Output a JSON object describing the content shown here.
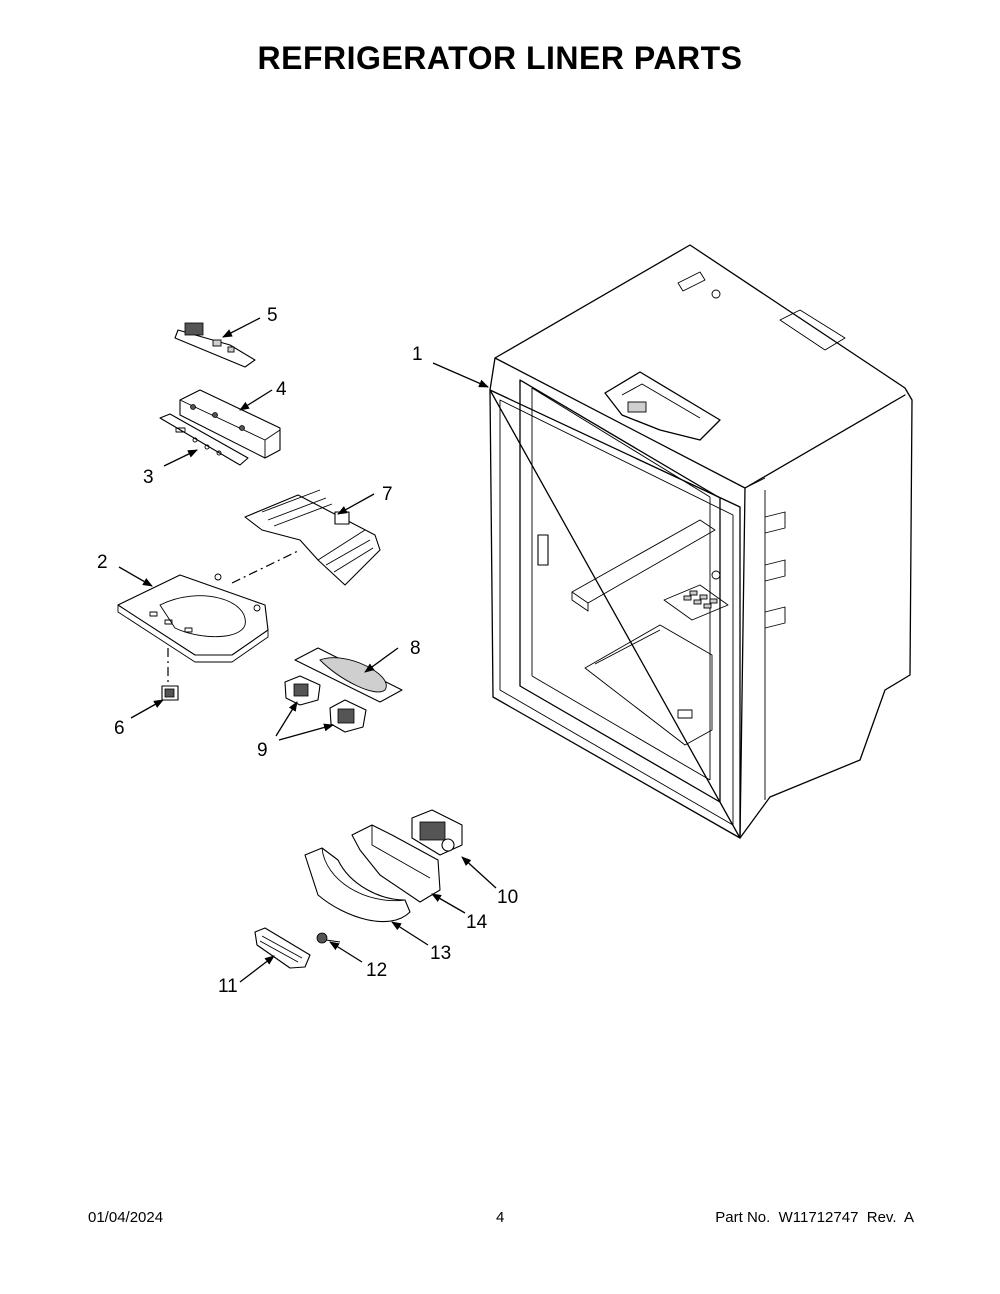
{
  "title": "REFRIGERATOR LINER PARTS",
  "callouts": [
    "1",
    "2",
    "3",
    "4",
    "5",
    "6",
    "7",
    "8",
    "9",
    "10",
    "11",
    "12",
    "13",
    "14"
  ],
  "footer": {
    "date": "01/04/2024",
    "page": "4",
    "part_number": "Part No.  W11712747  Rev.  A"
  }
}
